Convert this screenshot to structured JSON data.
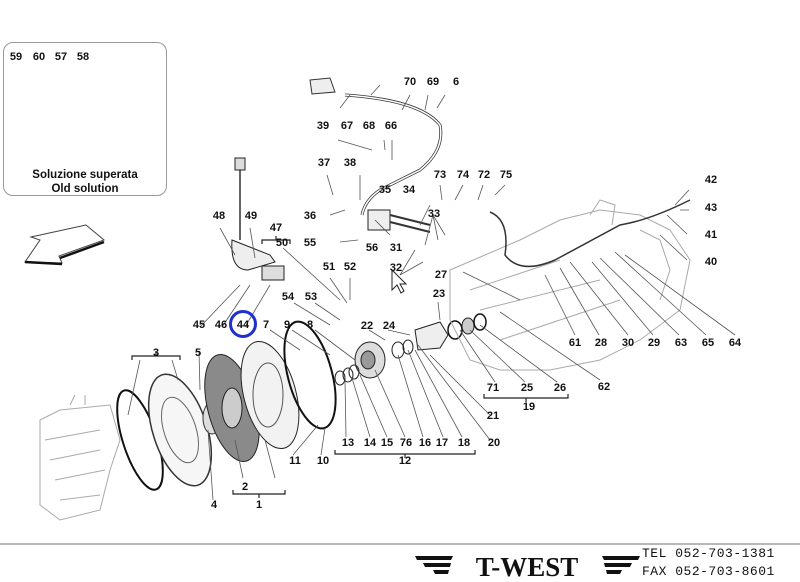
{
  "inset": {
    "caption_line1": "Soluzione superata",
    "caption_line2": "Old solution",
    "labels": [
      "59",
      "60",
      "57",
      "58"
    ]
  },
  "highlighted_part": "44",
  "part_labels": {
    "p70": "70",
    "p69": "69",
    "p6": "6",
    "p39": "39",
    "p67": "67",
    "p68": "68",
    "p66": "66",
    "p37": "37",
    "p38": "38",
    "p36": "36",
    "p35": "35",
    "p34": "34",
    "p55": "55",
    "p56": "56",
    "p31": "31",
    "p33": "33",
    "p73": "73",
    "p74": "74",
    "p72": "72",
    "p75": "75",
    "p42": "42",
    "p43": "43",
    "p41": "41",
    "p40": "40",
    "p48": "48",
    "p49": "49",
    "p47": "47",
    "p50": "50",
    "p51": "51",
    "p52": "52",
    "p32": "32",
    "p27": "27",
    "p23": "23",
    "p45": "45",
    "p46": "46",
    "p44": "44",
    "p7": "7",
    "p9": "9",
    "p8": "8",
    "p54": "54",
    "p53": "53",
    "p22": "22",
    "p24": "24",
    "p61": "61",
    "p28": "28",
    "p30": "30",
    "p29": "29",
    "p63": "63",
    "p65": "65",
    "p64": "64",
    "p62": "62",
    "p71": "71",
    "p25": "25",
    "p26": "26",
    "p19": "19",
    "p21": "21",
    "p20": "20",
    "p3": "3",
    "p5": "5",
    "p13": "13",
    "p14": "14",
    "p15": "15",
    "p76": "76",
    "p16": "16",
    "p17": "17",
    "p18": "18",
    "p12": "12",
    "p11": "11",
    "p10": "10",
    "p2": "2",
    "p1": "1",
    "p4": "4"
  },
  "footer": {
    "brand": "T-WEST",
    "tel_label": "TEL",
    "tel": "052-703-1381",
    "fax_label": "FAX",
    "fax": "052-703-8601"
  }
}
